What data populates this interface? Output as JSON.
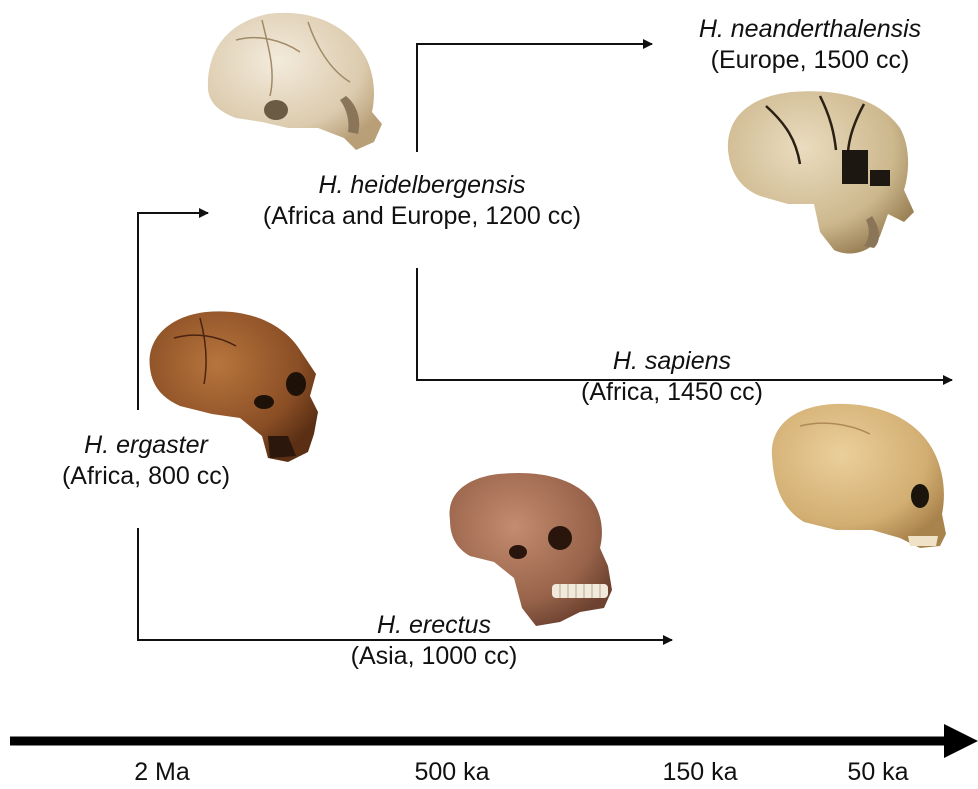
{
  "species": {
    "neanderthalensis": {
      "name": "H. neanderthalensis",
      "detail": "(Europe, 1500 cc)"
    },
    "heidelbergensis": {
      "name": "H. heidelbergensis",
      "detail": "(Africa and Europe, 1200 cc)"
    },
    "sapiens": {
      "name": "H. sapiens",
      "detail": "(Africa, 1450 cc)"
    },
    "ergaster": {
      "name": "H. ergaster",
      "detail": "(Africa, 800 cc)"
    },
    "erectus": {
      "name": "H. erectus",
      "detail": "(Asia, 1000 cc)"
    }
  },
  "timeline": {
    "ticks": [
      "2 Ma",
      "500 ka",
      "150 ka",
      "50 ka"
    ]
  },
  "colors": {
    "line": "#111111",
    "bone_light": "#e2d3b8",
    "bone_tan": "#cbb184",
    "bone_dark": "#8a4e25",
    "bone_brown": "#98634a"
  }
}
